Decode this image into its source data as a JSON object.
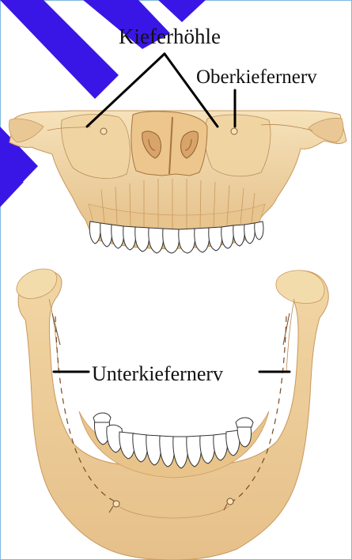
{
  "labels": {
    "maxillary_sinus": "Kieferhöhle",
    "maxillary_nerve": "Oberkiefernerv",
    "mandibular_nerve": "Unterkiefernerv"
  },
  "colors": {
    "bone_light": "#f3dcb0",
    "bone_mid": "#e7c48c",
    "bone_dark": "#c9985c",
    "accent_shape": "#3a16e6",
    "frame": "#7fb8e0",
    "leader": "#000000"
  }
}
